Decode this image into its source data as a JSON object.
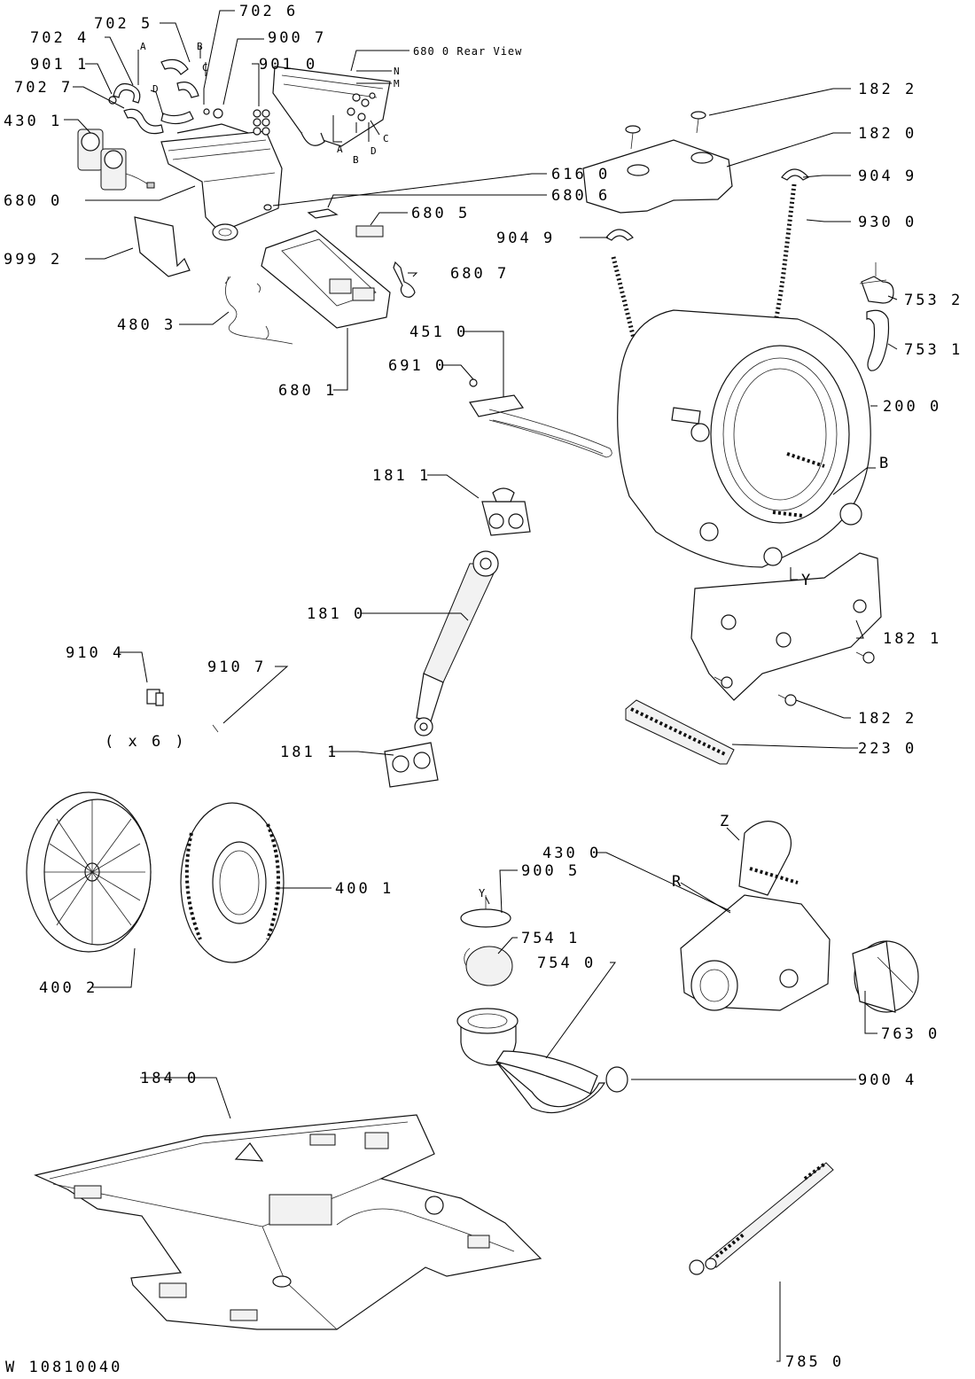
{
  "labels": {
    "l7026": "702 6",
    "l7025": "702 5",
    "l7024": "702 4",
    "l9007": "900 7",
    "l9011": "901 1",
    "l9010": "901 0",
    "l7027": "702 7",
    "l4301": "430 1",
    "l6800rear": "680 0 Rear View",
    "l1822top": "182 2",
    "l1820": "182 0",
    "l9049r": "904 9",
    "l9300": "930 0",
    "l9049l": "904 9",
    "l7532": "753 2",
    "l7531": "753 1",
    "l2000": "200 0",
    "l6800": "680 0",
    "l6160": "616 0",
    "l6806": "680 6",
    "l6805": "680 5",
    "l9992": "999 2",
    "l6807": "680 7",
    "l4803": "480 3",
    "l6801": "680 1",
    "l4510": "451 0",
    "l6910": "691 0",
    "l1811top": "181 1",
    "l1810": "181 0",
    "l1821": "182 1",
    "l9104": "910 4",
    "l9107": "910 7",
    "lx6": "( x 6 )",
    "l1822bot": "182 2",
    "l1811bot": "181 1",
    "l2230": "223 0",
    "l4300": "430 0",
    "l9005": "900 5",
    "l4001": "400 1",
    "l7541": "754 1",
    "l7540": "754 0",
    "l4002": "400 2",
    "l7630": "763 0",
    "l1840": "184 0",
    "l9004": "900 4",
    "l7850": "785 0"
  },
  "letters": {
    "A": "A",
    "B": "B",
    "C": "C",
    "D": "D",
    "N": "N",
    "M": "M",
    "Y": "Y",
    "Z": "Z",
    "R": "R"
  },
  "footer": {
    "code": "W 10810040"
  }
}
